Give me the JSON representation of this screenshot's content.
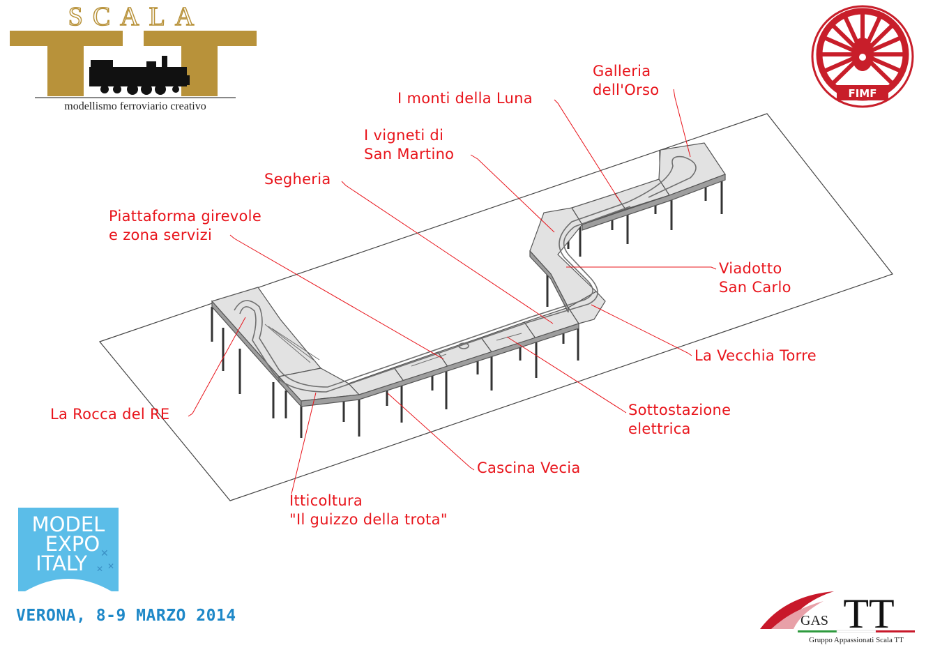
{
  "logos": {
    "scala_tt": {
      "word": "SCALA",
      "letters": "TT",
      "tagline": "modellismo ferroviario creativo",
      "color": "#b8923a"
    },
    "fimf": {
      "text": "FIMF",
      "color": "#c81e2a"
    },
    "model_expo": {
      "line1": "MODEL",
      "line2": "EXPO",
      "line3": "ITALY",
      "color": "#5bbde8"
    },
    "gas_tt": {
      "prefix": "GAS",
      "letters": "TT",
      "tagline": "Gruppo Appassionati Scala TT",
      "color": "#c8182a"
    }
  },
  "labels": [
    {
      "id": "galleria",
      "lines": [
        "Galleria",
        "dell'Orso"
      ]
    },
    {
      "id": "monti",
      "lines": [
        "I monti della Luna"
      ]
    },
    {
      "id": "vigneti",
      "lines": [
        "I vigneti di",
        "San Martino"
      ]
    },
    {
      "id": "segheria",
      "lines": [
        "Segheria"
      ]
    },
    {
      "id": "piattaforma",
      "lines": [
        "Piattaforma girevole",
        "e zona servizi"
      ]
    },
    {
      "id": "viadotto",
      "lines": [
        "Viadotto",
        "San Carlo"
      ]
    },
    {
      "id": "torre",
      "lines": [
        "La Vecchia Torre"
      ]
    },
    {
      "id": "sottostazione",
      "lines": [
        "Sottostazione",
        "elettrica"
      ]
    },
    {
      "id": "rocca",
      "lines": [
        "La Rocca del RE"
      ]
    },
    {
      "id": "cascina",
      "lines": [
        "Cascina Vecia"
      ]
    },
    {
      "id": "itticoltura",
      "lines": [
        "Itticoltura",
        "\"Il guizzo della trota\""
      ]
    }
  ],
  "event": "VERONA, 8-9 MARZO 2014",
  "colors": {
    "label": "#e8141b",
    "leader": "#e8141b",
    "module_fill": "#e2e2e2",
    "module_edge": "#555555",
    "event": "#1e88c8"
  }
}
